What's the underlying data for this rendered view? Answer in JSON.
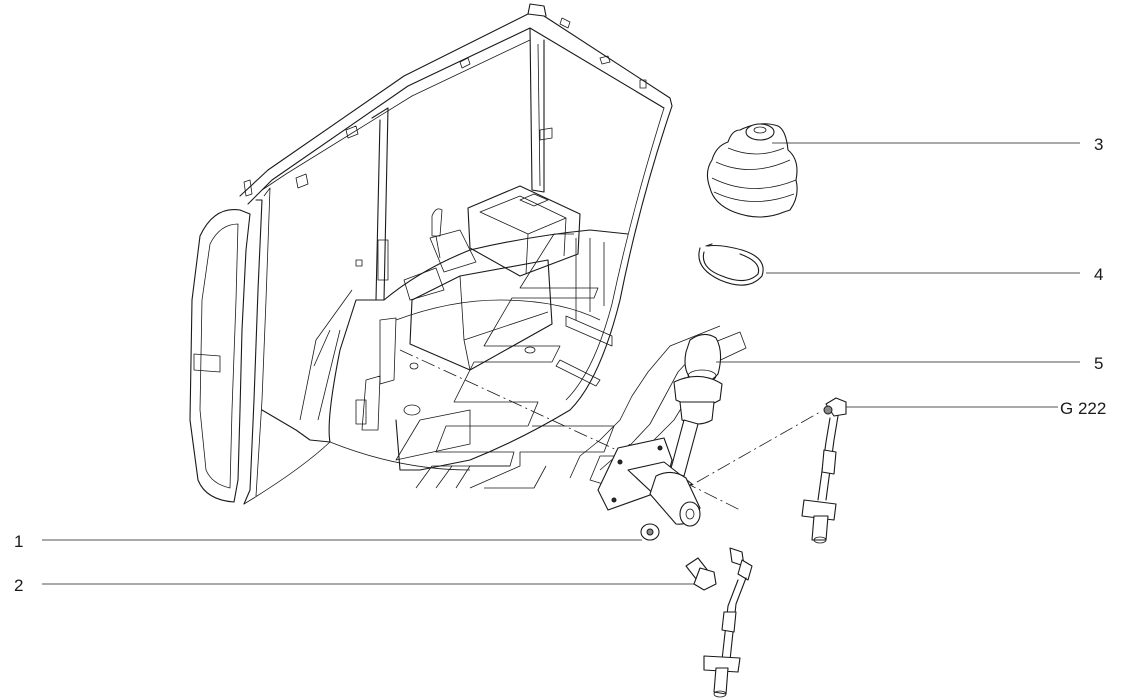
{
  "diagram": {
    "callouts": [
      {
        "id": "1",
        "label": "1"
      },
      {
        "id": "2",
        "label": "2"
      },
      {
        "id": "3",
        "label": "3"
      },
      {
        "id": "4",
        "label": "4"
      },
      {
        "id": "5",
        "label": "5"
      },
      {
        "id": "g222",
        "label": "G 222"
      }
    ],
    "colors": {
      "line": "#1a1a1a",
      "background": "#ffffff",
      "shade": "#8a8a8a"
    }
  }
}
